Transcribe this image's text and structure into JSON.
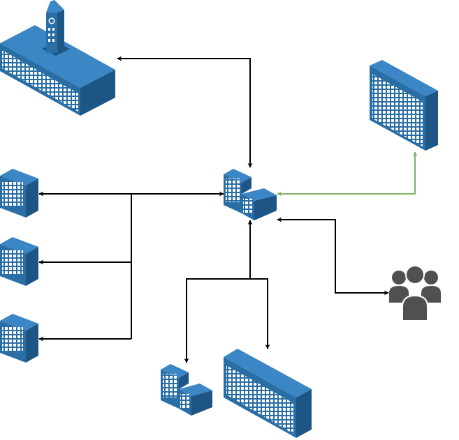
{
  "diagram": {
    "colors": {
      "building_front": "#2a6ea6",
      "building_side": "#1d5685",
      "building_roof": "#3b86c4",
      "window": "#ffffff",
      "connector": "#000000",
      "connector_green": "#82b366",
      "users": "#505050"
    },
    "nodes": [
      {
        "id": "town-hall",
        "icon": "town-hall-icon"
      },
      {
        "id": "hub-office",
        "icon": "office-building-icon"
      },
      {
        "id": "datacenter-top-right",
        "icon": "large-building-icon"
      },
      {
        "id": "branch-1",
        "icon": "small-building-icon"
      },
      {
        "id": "branch-2",
        "icon": "small-building-icon"
      },
      {
        "id": "branch-3",
        "icon": "small-building-icon"
      },
      {
        "id": "users-group",
        "icon": "users-icon"
      },
      {
        "id": "office-bottom",
        "icon": "office-building-icon"
      },
      {
        "id": "large-building-bottom",
        "icon": "large-building-icon"
      }
    ],
    "edges": [
      {
        "from": "hub-office",
        "to": "town-hall",
        "style": "bidirectional"
      },
      {
        "from": "hub-office",
        "to": "datacenter-top-right",
        "style": "bidirectional-green"
      },
      {
        "from": "hub-office",
        "to": "branch-1",
        "style": "bidirectional"
      },
      {
        "from": "hub-office",
        "to": "branch-2",
        "style": "arrow"
      },
      {
        "from": "hub-office",
        "to": "branch-3",
        "style": "arrow"
      },
      {
        "from": "hub-office",
        "to": "users-group",
        "style": "bidirectional"
      },
      {
        "from": "hub-office",
        "to": "office-bottom",
        "style": "bidirectional"
      },
      {
        "from": "hub-office",
        "to": "large-building-bottom",
        "style": "arrow"
      }
    ]
  }
}
